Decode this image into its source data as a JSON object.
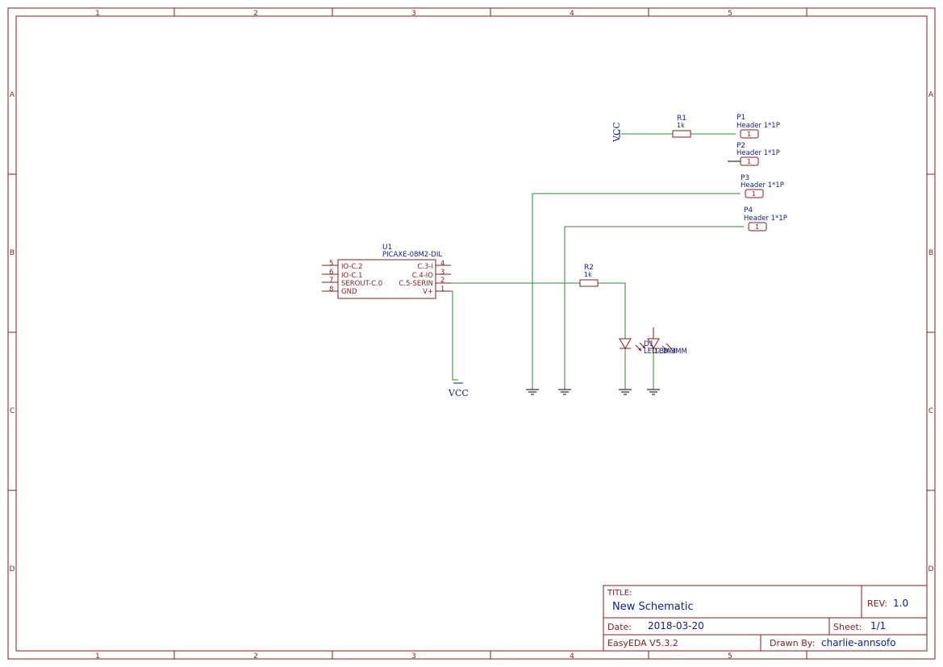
{
  "zones": {
    "cols": [
      "1",
      "2",
      "3",
      "4",
      "5"
    ],
    "rows": [
      "A",
      "B",
      "C",
      "D"
    ]
  },
  "components": {
    "r1": {
      "ref": "R1",
      "value": "1k"
    },
    "r2": {
      "ref": "R2",
      "value": "1k"
    },
    "p1": {
      "ref": "P1",
      "value": "Header 1*1P",
      "pin": "1"
    },
    "p2": {
      "ref": "P2",
      "value": "Header 1*1P",
      "pin": "1"
    },
    "p3": {
      "ref": "P3",
      "value": "Header 1*1P",
      "pin": "1"
    },
    "p4": {
      "ref": "P4",
      "value": "Header 1*1P",
      "pin": "1"
    },
    "u1": {
      "ref": "U1",
      "value": "PICAXE-08M2-DIL",
      "left_pins": [
        {
          "num": "5",
          "name": "IO-C.2"
        },
        {
          "num": "6",
          "name": "IO-C.1"
        },
        {
          "num": "7",
          "name": "SEROUT-C.0"
        },
        {
          "num": "8",
          "name": "GND"
        }
      ],
      "right_pins": [
        {
          "num": "4",
          "name": "C.3-I"
        },
        {
          "num": "3",
          "name": "C.4-IO"
        },
        {
          "num": "2",
          "name": "C.5-SERIN"
        },
        {
          "num": "1",
          "name": "V+"
        }
      ]
    },
    "d1": {
      "ref": "D1",
      "value": "LED-3MM"
    },
    "d2": {
      "ref": "",
      "value": "LED-3MM"
    }
  },
  "power": {
    "vcc_top": "VCC",
    "vcc_bottom": "VCC"
  },
  "title_block": {
    "title_label": "TITLE:",
    "title": "New Schematic",
    "rev_label": "REV:",
    "rev": "1.0",
    "date_label": "Date:",
    "date": "2018-03-20",
    "sheet_label": "Sheet:",
    "sheet": "1/1",
    "software": "EasyEDA V5.3.2",
    "drawn_by_label": "Drawn By:",
    "drawn_by": "charlie-annsofo"
  },
  "colors": {
    "frame": "#8b1a1a",
    "wire": "#2e8b2e",
    "label": "#0b1e8f"
  }
}
